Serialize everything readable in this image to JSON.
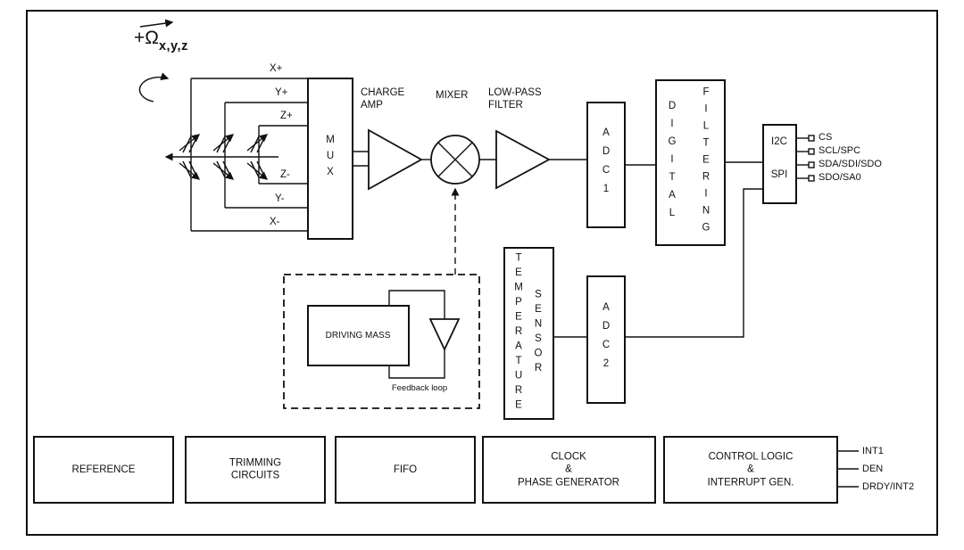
{
  "diagram": {
    "omega": "+Ω",
    "axes": "x,y,z",
    "inputs": {
      "xp": "X+",
      "yp": "Y+",
      "zp": "Z+",
      "zm": "Z-",
      "ym": "Y-",
      "xm": "X-"
    },
    "blocks": {
      "mux": "MUX",
      "charge_amp1": "CHARGE",
      "charge_amp2": "AMP",
      "mixer": "MIXER",
      "lpf1": "LOW-PASS",
      "lpf2": "FILTER",
      "adc1": "ADC1",
      "digital": "DIGITAL",
      "filtering": "FILTERING",
      "i2c": "I2C",
      "spi": "SPI",
      "temperature": "TEMPERATURE",
      "sensor": "SENSOR",
      "adc2": "ADC2",
      "driving_mass": "DRIVING MASS",
      "feedback": "Feedback loop",
      "reference": "REFERENCE",
      "trimming1": "TRIMMING",
      "trimming2": "CIRCUITS",
      "fifo": "FIFO",
      "clock1": "CLOCK",
      "clock2": "&",
      "clock3": "PHASE GENERATOR",
      "control1": "CONTROL LOGIC",
      "control2": "&",
      "control3": "INTERRUPT GEN."
    },
    "pins": {
      "cs": "CS",
      "scl": "SCL/SPC",
      "sda": "SDA/SDI/SDO",
      "sdo": "SDO/SA0",
      "int1": "INT1",
      "den": "DEN",
      "drdy": "DRDY/INT2"
    },
    "colors": {
      "ink": "#111111",
      "background": "#ffffff"
    }
  }
}
